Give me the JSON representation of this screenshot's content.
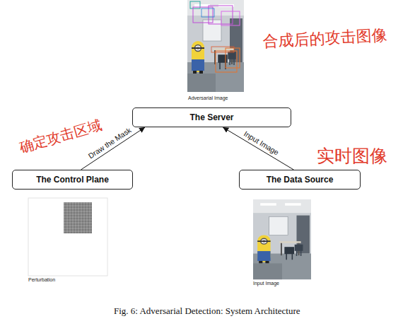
{
  "diagram": {
    "caption": "Fig. 6: Adversarial Detection: System Architecture",
    "nodes": [
      {
        "text": [
          "The Server"
        ]
      },
      {
        "text": [
          "The Control Plane"
        ]
      },
      {
        "text": [
          "The Data Source"
        ]
      }
    ],
    "edges": [
      {
        "from": 1,
        "to": 0,
        "label": "Draw the Mask",
        "arrow": "to"
      },
      {
        "from": 2,
        "to": 0,
        "label": "Input Image",
        "arrow": "to"
      }
    ],
    "labels": [
      "合成后的攻击图像",
      "Adversarial Image",
      "确定攻击区域",
      "实时图像",
      "Perturbation",
      "Input Image"
    ]
  }
}
